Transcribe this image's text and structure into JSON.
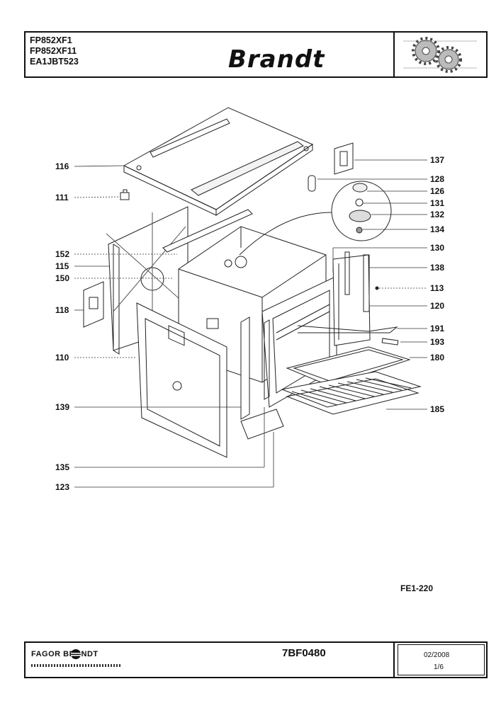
{
  "header": {
    "models": [
      "FP852XF1",
      "FP852XF11",
      "EA1JBT523"
    ],
    "brand": "Brandt",
    "logo_icon": "gears-icon"
  },
  "callouts": {
    "left": [
      {
        "id": "c116",
        "label": "116"
      },
      {
        "id": "c111",
        "label": "111"
      },
      {
        "id": "c152",
        "label": "152"
      },
      {
        "id": "c115",
        "label": "115"
      },
      {
        "id": "c150",
        "label": "150"
      },
      {
        "id": "c118",
        "label": "118"
      },
      {
        "id": "c110",
        "label": "110"
      },
      {
        "id": "c139",
        "label": "139"
      },
      {
        "id": "c135",
        "label": "135"
      },
      {
        "id": "c123",
        "label": "123"
      }
    ],
    "right": [
      {
        "id": "c137",
        "label": "137"
      },
      {
        "id": "c128",
        "label": "128"
      },
      {
        "id": "c126",
        "label": "126"
      },
      {
        "id": "c131",
        "label": "131"
      },
      {
        "id": "c132",
        "label": "132"
      },
      {
        "id": "c134",
        "label": "134"
      },
      {
        "id": "c130",
        "label": "130"
      },
      {
        "id": "c138",
        "label": "138"
      },
      {
        "id": "c113",
        "label": "113"
      },
      {
        "id": "c120",
        "label": "120"
      },
      {
        "id": "c191",
        "label": "191"
      },
      {
        "id": "c193",
        "label": "193"
      },
      {
        "id": "c180",
        "label": "180"
      },
      {
        "id": "c185",
        "label": "185"
      }
    ]
  },
  "reference": "FE1-220",
  "footer": {
    "company": "FAGOR  BRANDT",
    "doc_number": "7BF0480",
    "date": "02/2008",
    "page": "1/6"
  }
}
